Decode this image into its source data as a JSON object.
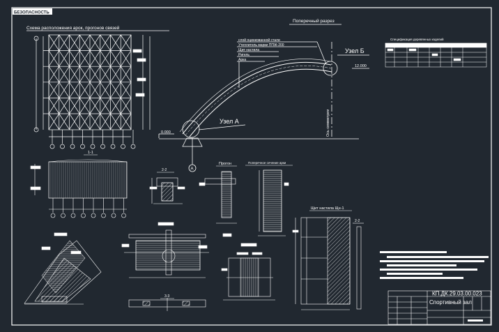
{
  "drawing": {
    "stamp": "БЕЗОПАСНОСТЬ",
    "plan_title": "Схема расположения арок, прогонов связей",
    "section_title": "Поперечный разрез",
    "layers": [
      "слой оцинкованной стали",
      "Утеплитель марки ППЖ-200",
      "Щит настила",
      "Ригель",
      "Арка"
    ],
    "node_a": "Узел А",
    "node_b": "Узел Б",
    "axis_label": "Ось симметрии",
    "elev_low": "0.000",
    "elev_high": "12.000",
    "axis_mark": "А",
    "spec_title": "Спецификация деревянных изделий",
    "cut_11": "1-1",
    "cut_22": "2-2",
    "cut_33": "3-3",
    "purlin": "Прогон",
    "arch_section": "Поперечное сечение арки",
    "panel": "Щит настила Щн-1",
    "cut_22b": "2-2"
  },
  "title_block": {
    "code": "КП.ДК.29.03.00.023",
    "name": "Спортивный зал"
  },
  "colors": {
    "background": "#212830",
    "line": "#ffffff"
  }
}
